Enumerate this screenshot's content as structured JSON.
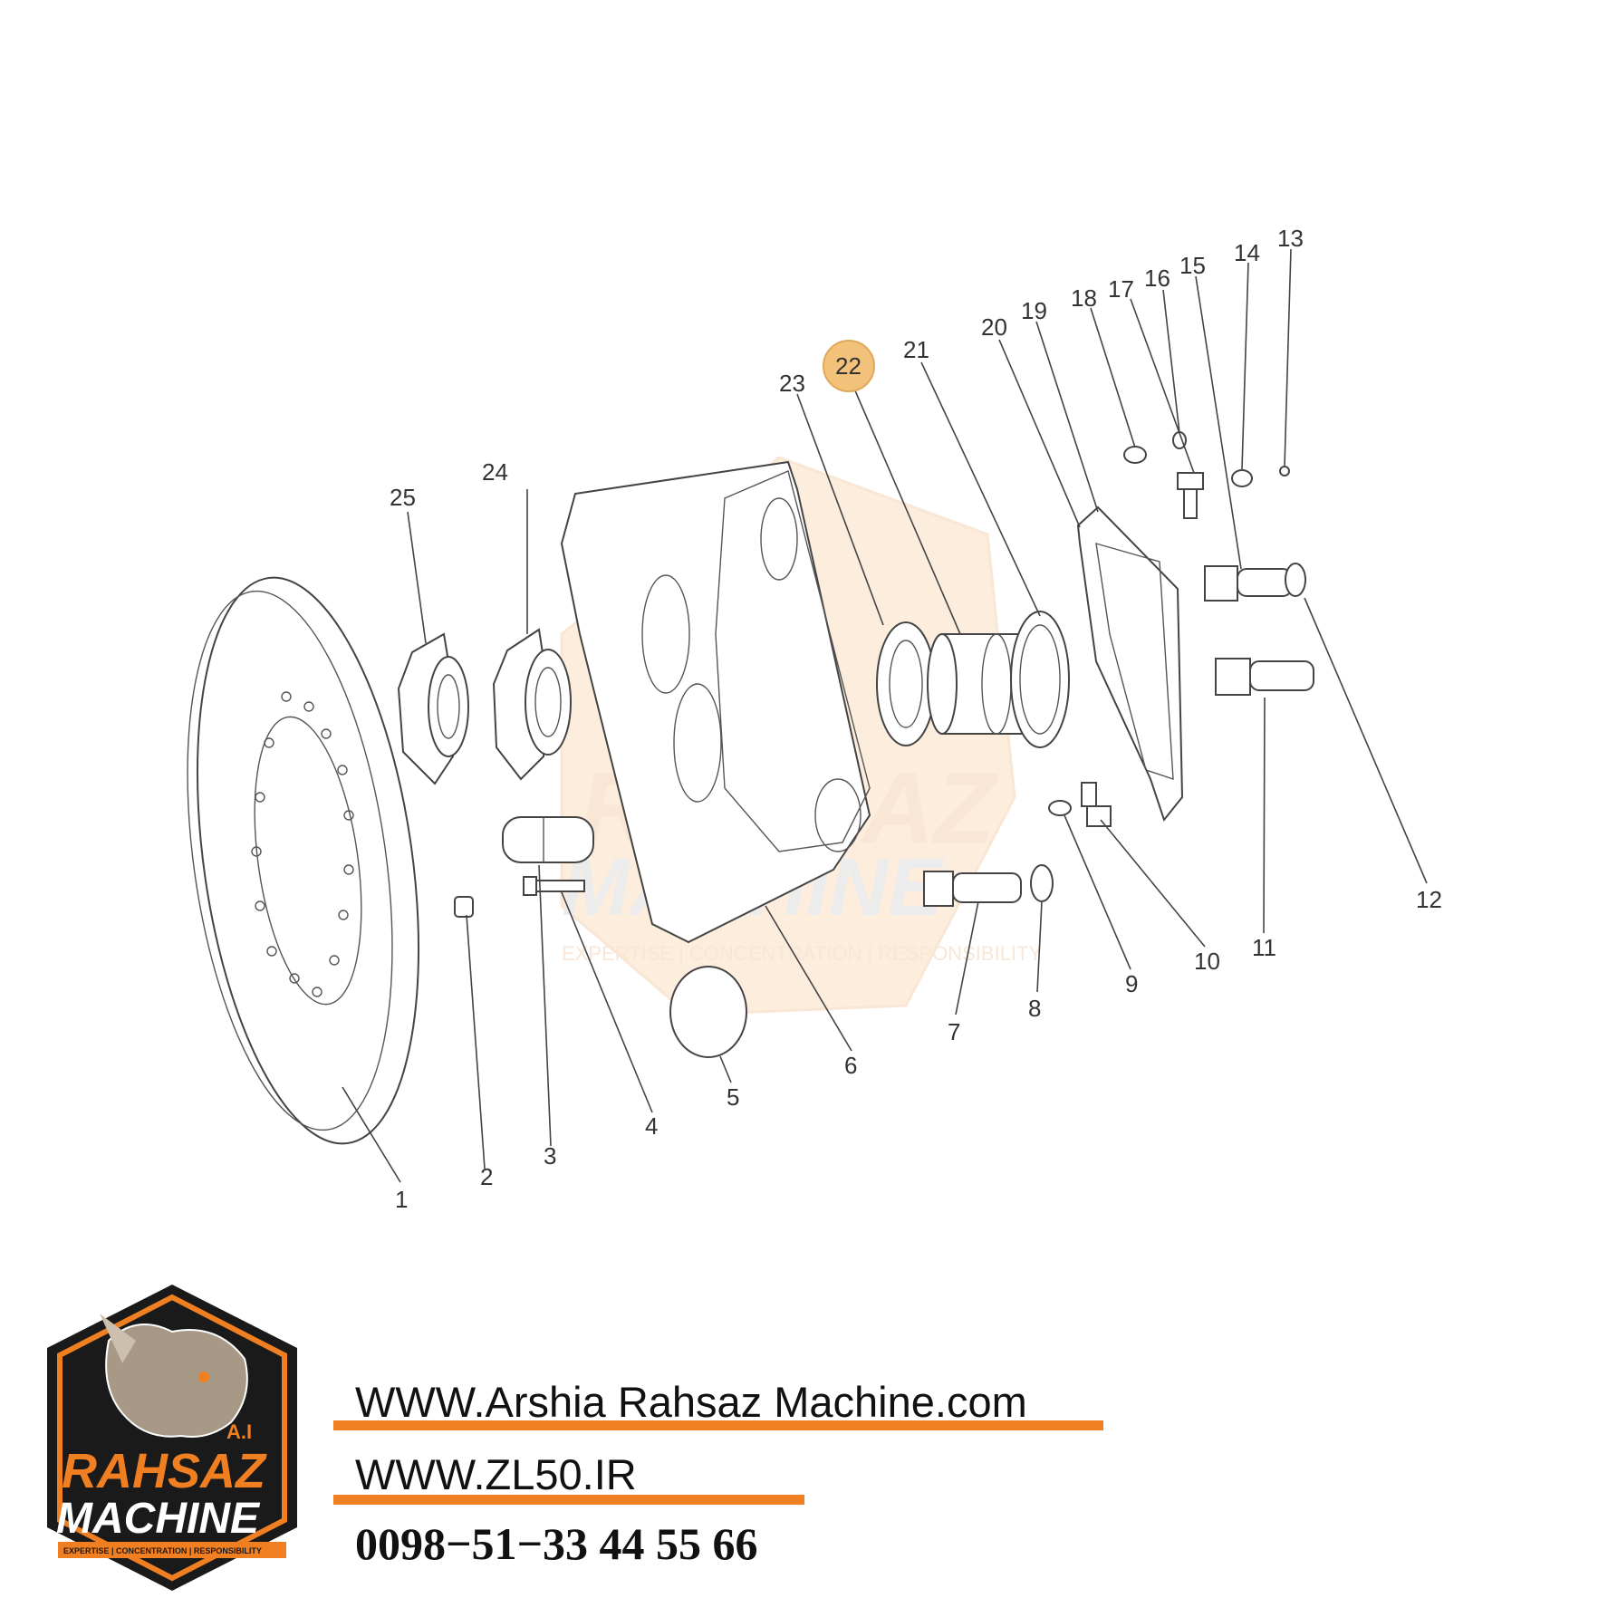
{
  "diagram": {
    "highlighted_part": "22",
    "highlight_color": "#f2c27a",
    "part_labels": [
      "1",
      "2",
      "3",
      "4",
      "5",
      "6",
      "7",
      "8",
      "9",
      "10",
      "11",
      "12",
      "13",
      "14",
      "15",
      "16",
      "17",
      "18",
      "19",
      "20",
      "21",
      "22",
      "23",
      "24",
      "25"
    ]
  },
  "watermark": {
    "brand_line1": "RAHSAZ",
    "brand_line2": "MACHINE",
    "tagline": "EXPERTISE | CONCENTRATION | RESPONSIBILITY"
  },
  "footer": {
    "website1": "WWW.Arshia Rahsaz Machine.com",
    "website2": "WWW.ZL50.IR",
    "phone": "0098−51−33 44 55 66",
    "accent_color": "#f07f22"
  },
  "logo": {
    "initials": "A.I",
    "brand_line1": "RAHSAZ",
    "brand_line2": "MACHINE",
    "tagline": "EXPERTISE | CONCENTRATION | RESPONSIBILITY",
    "icon": "rhino-head-icon"
  }
}
